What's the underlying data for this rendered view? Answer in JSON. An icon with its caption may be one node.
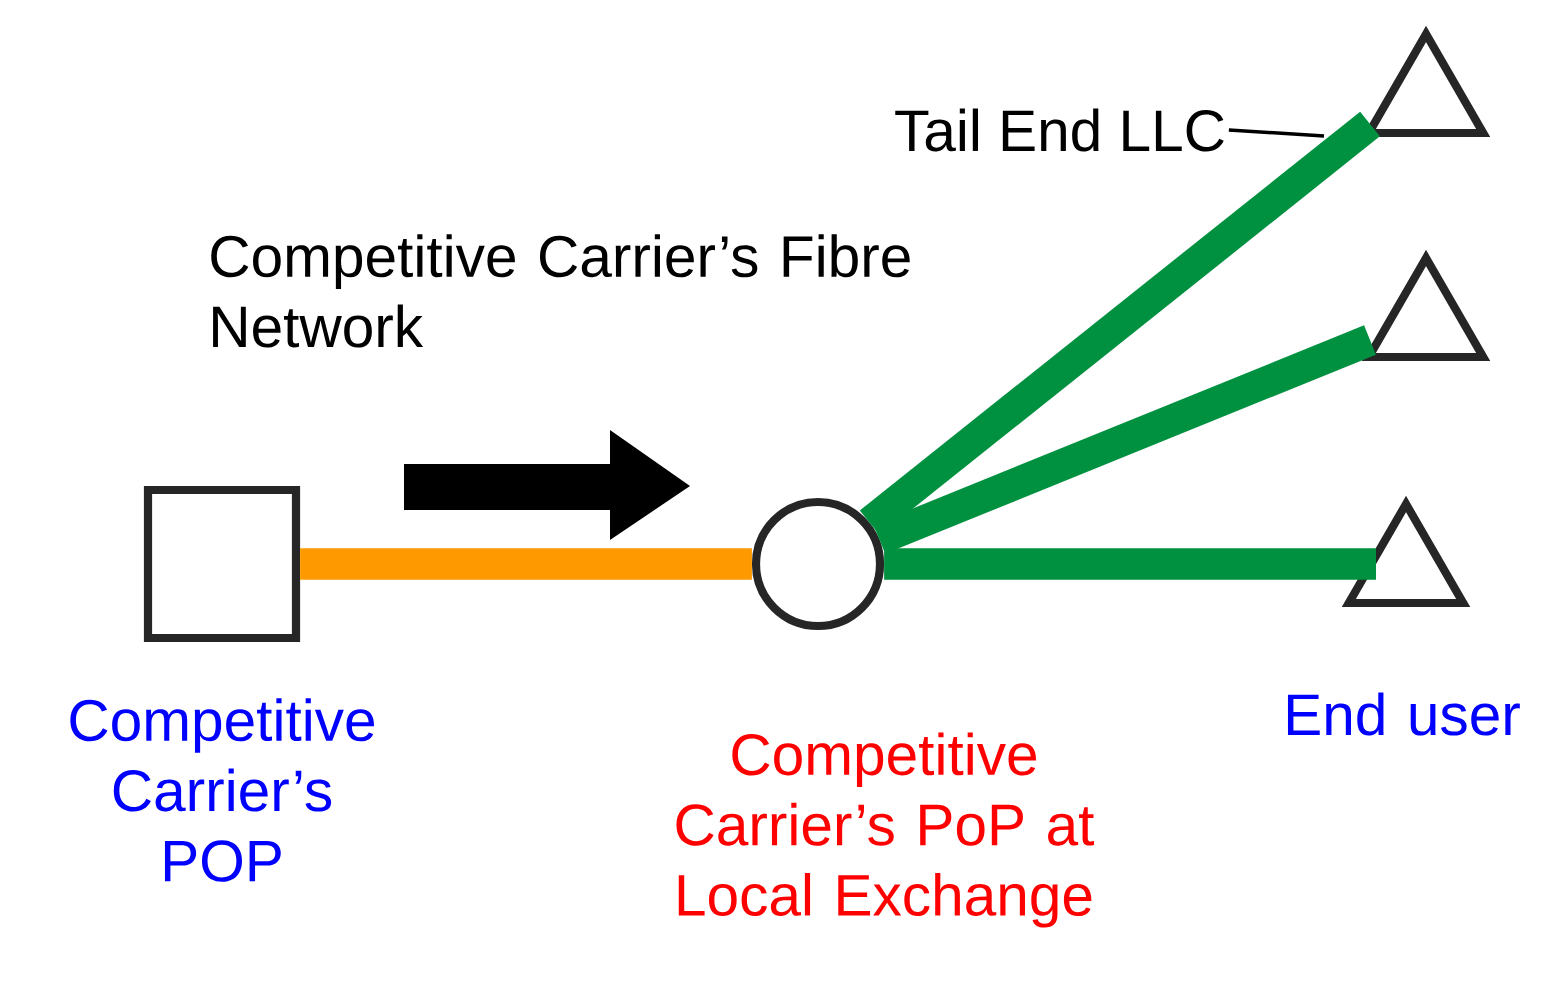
{
  "diagram": {
    "nodes": [
      {
        "text": [
          "Competitive Carrier’s POP"
        ]
      },
      {
        "text": [
          "Competitive Carrier’s PoP at Local Exchange"
        ]
      },
      {
        "text": [],
        "shape": "triangle"
      },
      {
        "text": [],
        "shape": "triangle"
      },
      {
        "text": [
          "End user"
        ]
      },
      {
        "text": [
          "Tail End LLC"
        ]
      }
    ],
    "edges": [
      {
        "from": 0,
        "to": 1,
        "arrow": "none",
        "color": "#ff9900"
      },
      {
        "from": 1,
        "to": 2,
        "arrow": "none"
      },
      {
        "from": 1,
        "to": 3,
        "arrow": "none"
      },
      {
        "from": 1,
        "to": 4,
        "arrow": "none"
      },
      {
        "from": 5,
        "to": null,
        "arrow": "none",
        "color": "#000000"
      }
    ],
    "labels": [
      "Competitive Carrier’s Fibre Network"
    ]
  }
}
